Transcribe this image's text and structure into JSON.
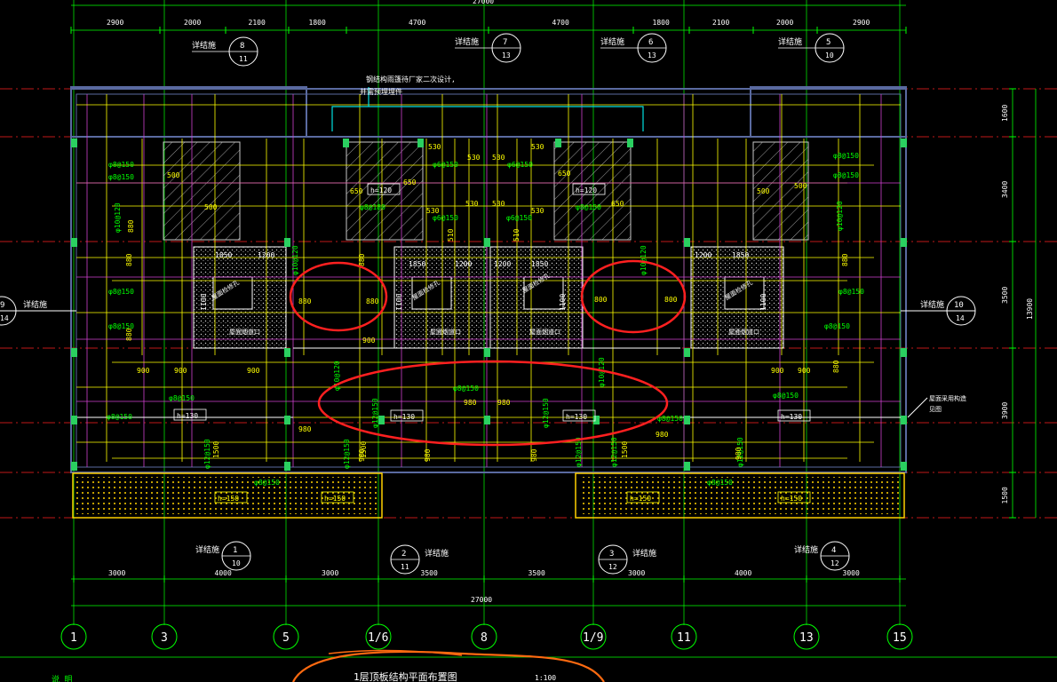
{
  "colors": {
    "background": "#000000",
    "grid_axis": "#ff2020",
    "dim_line": "#00ff00",
    "wall": "#5a6aa0",
    "rebar_yellow": "#ffff00",
    "rebar_magenta": "#d040d0",
    "rebar_white": "#ffffff",
    "cyan": "#00e0e0",
    "green_label": "#00ff00",
    "highlight_red": "#ff2020",
    "annotation_orange": "#ff6a10",
    "hatch": "#c8c8c8",
    "dotfill": "#ffd000"
  },
  "dimensions": {
    "top_total": "27000",
    "top_segments": [
      "2900",
      "2000",
      "2100",
      "1800",
      "4700",
      "4700",
      "1800",
      "2100",
      "2000",
      "2900"
    ],
    "bottom_segments": [
      "3000",
      "4000",
      "3000",
      "3500",
      "3500",
      "3000",
      "4000",
      "3000"
    ],
    "bottom_total": "27000",
    "right_segments": [
      "1600",
      "3400",
      "3500",
      "3900",
      "1500"
    ],
    "right_total": "13900"
  },
  "axis_labels": [
    "1",
    "3",
    "5",
    "1/6",
    "8",
    "1/9",
    "11",
    "13",
    "15"
  ],
  "detail_callouts_top": [
    {
      "text": "详结施",
      "num": "8",
      "sheet": "11"
    },
    {
      "text": "详结施",
      "num": "7",
      "sheet": "13"
    },
    {
      "text": "详结施",
      "num": "6",
      "sheet": "13"
    },
    {
      "text": "详结施",
      "num": "5",
      "sheet": "10"
    }
  ],
  "detail_callouts_bottom": [
    {
      "text": "详结施",
      "num": "1",
      "sheet": "10"
    },
    {
      "text": "详结施",
      "num": "2",
      "sheet": "11"
    },
    {
      "text": "详结施",
      "num": "3",
      "sheet": "12"
    },
    {
      "text": "详结施",
      "num": "4",
      "sheet": "12"
    }
  ],
  "detail_callouts_side": [
    {
      "text": "详结施",
      "num": "9",
      "sheet": "14"
    },
    {
      "text": "详结施",
      "num": "10",
      "sheet": "14"
    }
  ],
  "notes": {
    "steel_note_1": "钢结构雨篷待厂家二次设计,",
    "steel_note_2": "并需预埋埋件",
    "right_note_1": "屋面采用构造",
    "right_note_2": "见图"
  },
  "labels": {
    "slab_h130": "h=130",
    "slab_h120": "h=120",
    "slab_h150": "h=150",
    "rebar_8_150": "φ8@150",
    "rebar_6_150": "φ6@150",
    "rebar_10_120": "φ10@120",
    "rebar_12_150": "φ12@150",
    "rebar_8_180": "φ8@180",
    "len_880": "880",
    "len_980": "980",
    "len_900": "900",
    "len_800": "800",
    "len_1500": "1500",
    "len_530": "530",
    "len_650": "650",
    "len_500": "500",
    "len_1850": "1850",
    "len_1200": "1200",
    "len_1100": "1100",
    "len_510": "510",
    "opening_label": "屋面检修孔",
    "shaft_label": "屋面烟道口"
  },
  "title": {
    "main": "1层顶板结构平面布置图",
    "scale": "1:100"
  },
  "bottom_left_text": "说 明"
}
